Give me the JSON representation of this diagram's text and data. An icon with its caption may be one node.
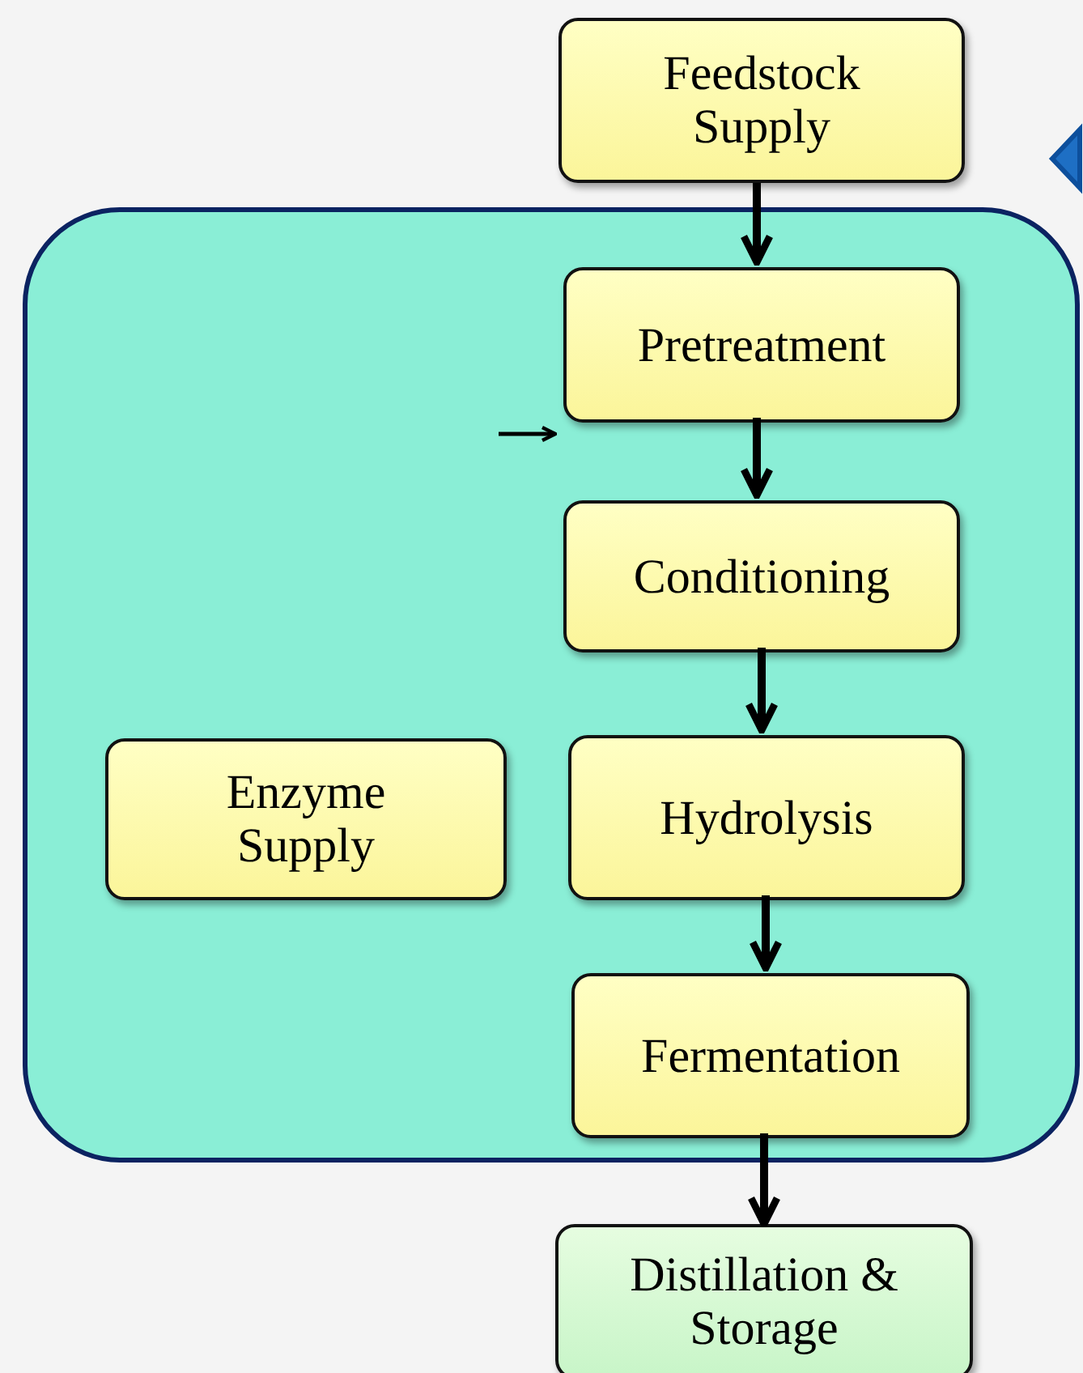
{
  "diagram": {
    "nodes": [
      {
        "text": [],
        "shape": "box"
      },
      {
        "text": [
          "Feedstock Supply"
        ]
      },
      {
        "text": [
          "Pretreatment"
        ],
        "in": 0
      },
      {
        "text": [
          "Conditioning"
        ],
        "in": 0
      },
      {
        "text": [
          "Enzyme Supply"
        ],
        "in": 0
      },
      {
        "text": [
          "Hydrolysis"
        ],
        "in": 0
      },
      {
        "text": [
          "Fermentation"
        ],
        "in": 0
      },
      {
        "text": [
          "Distillation & Storage"
        ]
      }
    ],
    "edges": [
      {
        "from": 1,
        "to": 2,
        "arrow": "to"
      },
      {
        "from": 2,
        "to": 3,
        "arrow": "to"
      },
      {
        "from": 3,
        "to": 5,
        "arrow": "to"
      },
      {
        "from": 5,
        "to": 6,
        "arrow": "to"
      },
      {
        "from": 6,
        "to": 7,
        "arrow": "to"
      },
      {
        "from": null,
        "to": 2,
        "arrow": "to"
      }
    ]
  }
}
